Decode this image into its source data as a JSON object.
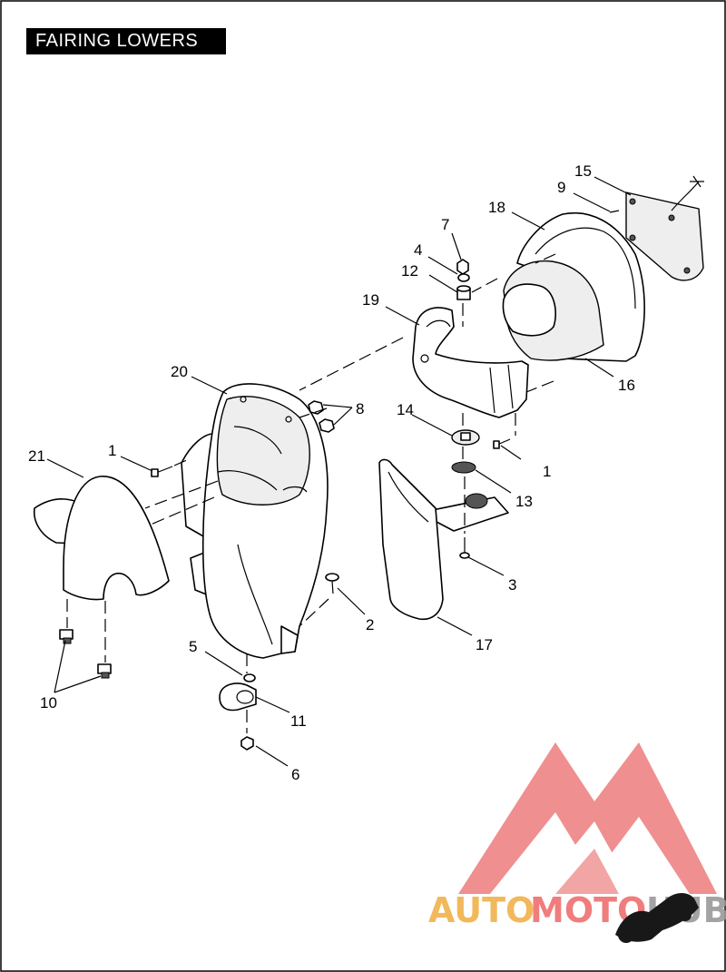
{
  "title": "FAIRING LOWERS",
  "callouts": [
    "1",
    "2",
    "3",
    "4",
    "5",
    "6",
    "7",
    "8",
    "9",
    "10",
    "11",
    "12",
    "13",
    "14",
    "15",
    "16",
    "17",
    "18",
    "19",
    "20",
    "21"
  ],
  "watermark": {
    "part1": "AUTO",
    "part2": "MOTO",
    "part3": "HUB",
    "colors": {
      "triangle": "#e85a5a",
      "auto": "#f0b24a",
      "moto": "#ef6f6f",
      "hub": "#9a9a9a"
    }
  }
}
